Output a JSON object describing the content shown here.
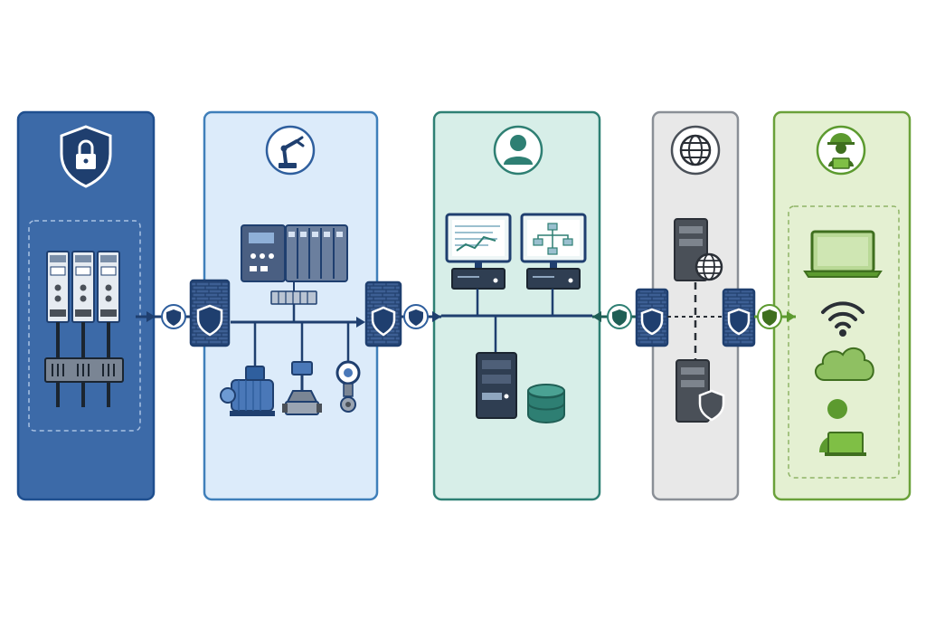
{
  "diagram": {
    "zones": [
      {
        "id": "safety",
        "icon": "padlock-shield-icon",
        "fill": "#3c6aa8",
        "stroke": "#1f4f8f"
      },
      {
        "id": "control",
        "icon": "robot-arm-icon",
        "fill": "#dcebfa",
        "stroke": "#3f7fba"
      },
      {
        "id": "operations",
        "icon": "user-icon",
        "fill": "#d7eee8",
        "stroke": "#2e8074"
      },
      {
        "id": "dmz",
        "icon": "globe-icon",
        "fill": "#e8e8e8",
        "stroke": "#8a8f96"
      },
      {
        "id": "remote",
        "icon": "engineer-with-laptop-icon",
        "fill": "#e4f0d2",
        "stroke": "#6aa13a"
      }
    ],
    "devices": [
      "safety-controller-modules",
      "plc-rack",
      "motor-pump",
      "control-valve",
      "pressure-sensor",
      "hmi-trend-workstation",
      "hmi-process-workstation",
      "historian-server",
      "database",
      "web-server",
      "secured-server",
      "laptop",
      "wifi",
      "cloud",
      "remote-user"
    ],
    "conduits": [
      {
        "from": "safety",
        "to": "control",
        "firewall": true
      },
      {
        "from": "control",
        "to": "operations",
        "firewall": true
      },
      {
        "from": "dmz",
        "to": "operations",
        "firewall": true
      },
      {
        "from": "dmz",
        "to": "remote",
        "firewall": true
      }
    ],
    "colors": {
      "navy": "#1f3f6f",
      "blue": "#2f5f9e",
      "teal": "#2e7f73",
      "green": "#5c9a2f",
      "gray": "#4a5058",
      "firewall": "#3d5f94"
    }
  }
}
